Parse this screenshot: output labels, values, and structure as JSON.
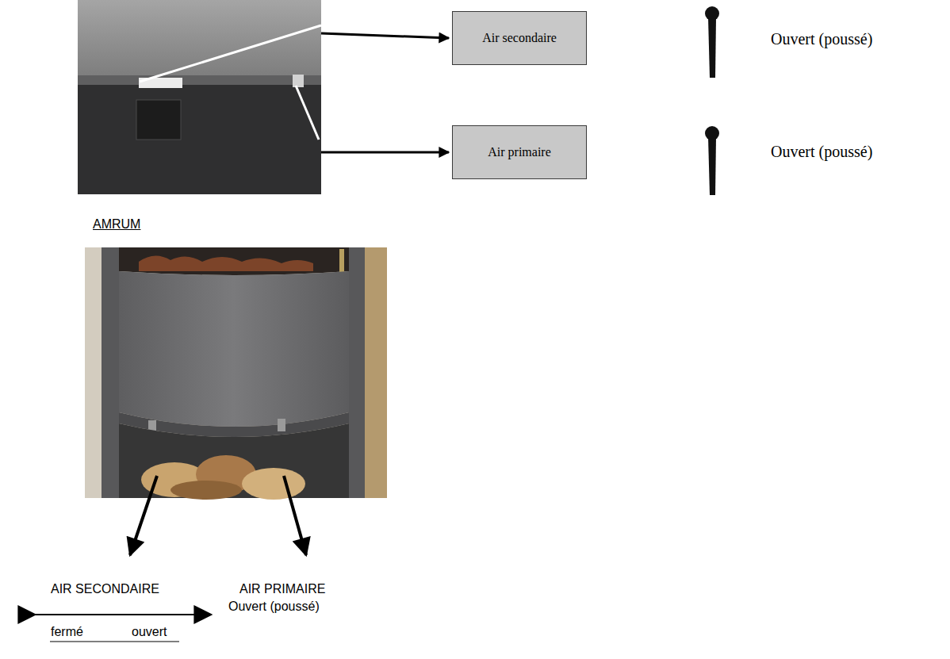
{
  "diagram": {
    "nodes": [
      {
        "text": [
          "Air secondaire"
        ]
      },
      {
        "text": [
          "Air primaire"
        ]
      }
    ],
    "labels": [
      "Ouvert (poussé)",
      "Ouvert (poussé)",
      "AMRUM",
      "AIR SECONDAIRE",
      "fermé",
      "ouvert",
      "AIR PRIMAIRE",
      "Ouvert (poussé)"
    ]
  }
}
